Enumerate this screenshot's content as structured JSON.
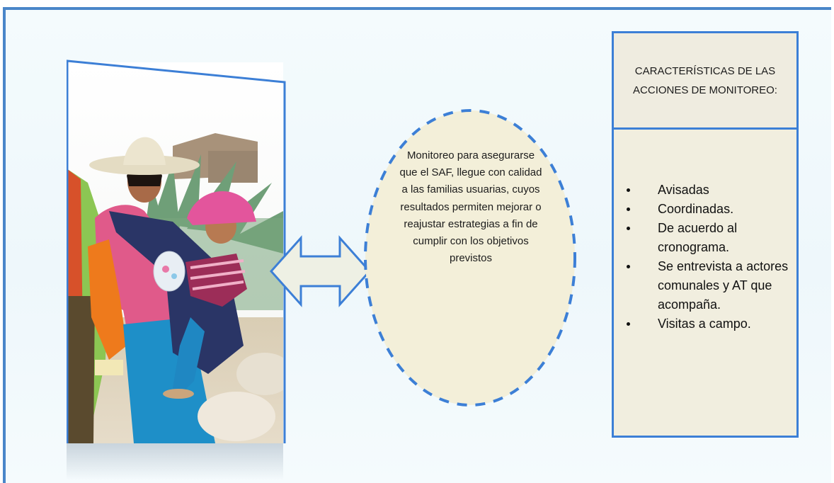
{
  "slide": {
    "ellipse_text": "Monitoreo para asegurarse que el SAF, llegue con calidad a las familias usuarias, cuyos resultados permiten mejorar o reajustar estrategias a fin de cumplir con los objetivos previstos",
    "box_title": "CARACTERÍSTICAS DE LAS ACCIONES DE MONITOREO:",
    "bullets": [
      "Avisadas",
      "Coordinadas.",
      " De acuerdo al cronograma.",
      "Se entrevista a actores comunales y AT que acompaña.",
      "Visitas a campo."
    ]
  },
  "colors": {
    "accent_blue": "#3c7fd6",
    "box_fill": "#f1eedf",
    "ellipse_fill": "#f3efd9",
    "arrow_fill": "#eef0e4"
  }
}
